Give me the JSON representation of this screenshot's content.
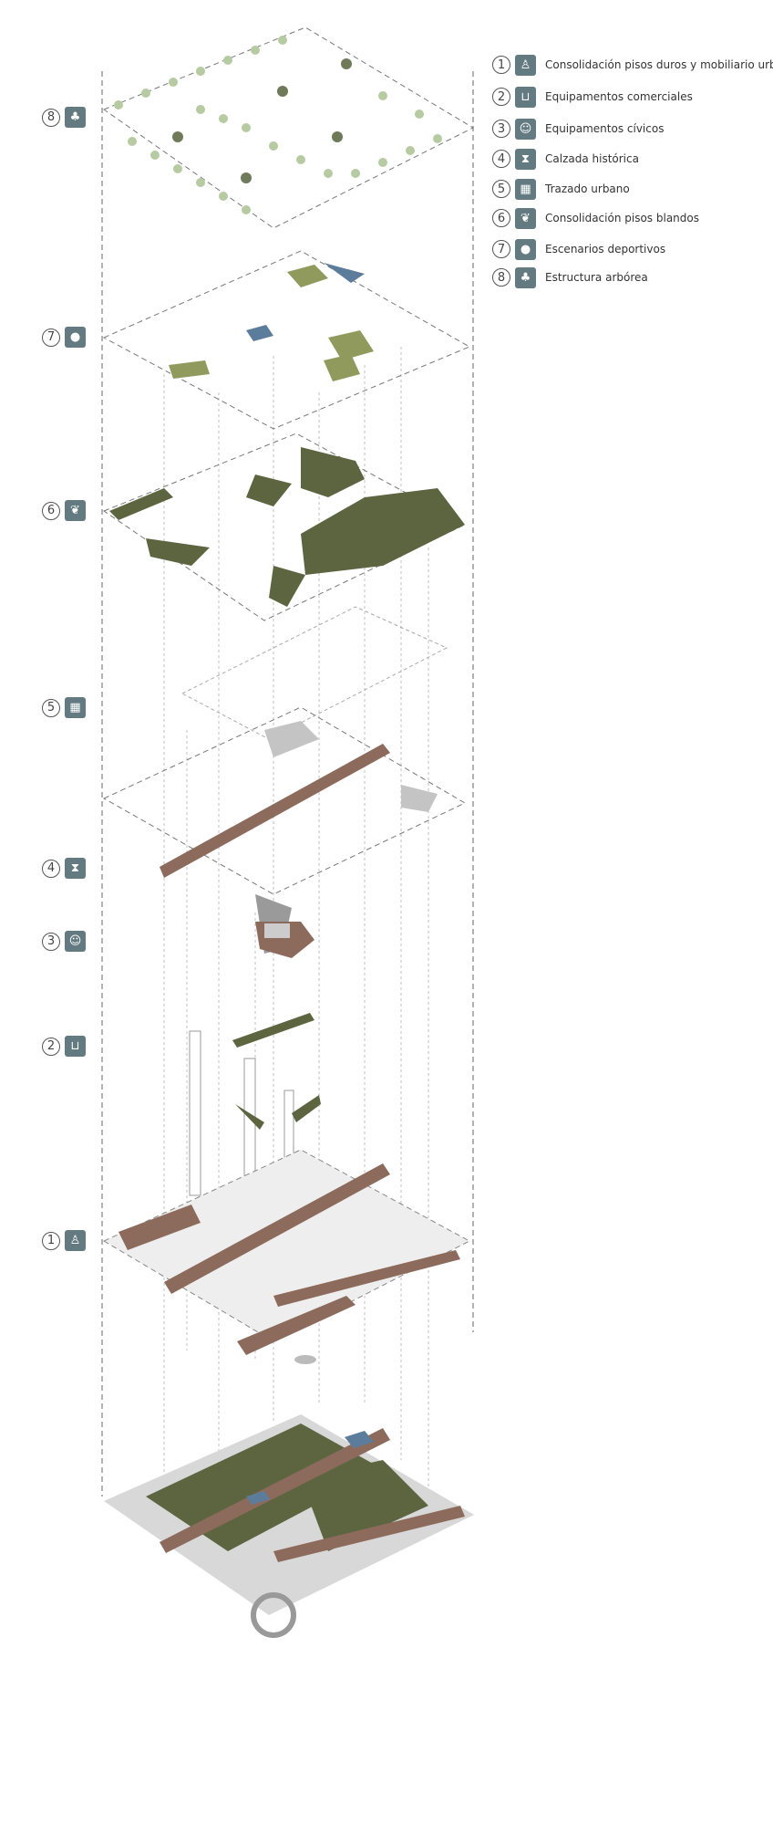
{
  "legend": [
    {
      "number": "1",
      "icon": "person-bench-icon",
      "label": "Consolidación pisos duros y mobiliario urbano"
    },
    {
      "number": "2",
      "icon": "shopping-cart-icon",
      "label": "Equipamentos comerciales"
    },
    {
      "number": "3",
      "icon": "theater-masks-icon",
      "label": "Equipamentos cívicos"
    },
    {
      "number": "4",
      "icon": "hourglass-icon",
      "label": "Calzada histórica"
    },
    {
      "number": "5",
      "icon": "urban-grid-icon",
      "label": "Trazado urbano"
    },
    {
      "number": "6",
      "icon": "leaves-icon",
      "label": "Consolidación pisos blandos"
    },
    {
      "number": "7",
      "icon": "soccer-ball-icon",
      "label": "Escenarios deportivos"
    },
    {
      "number": "8",
      "icon": "tree-icon",
      "label": "Estructura arbórea"
    }
  ],
  "layer_labels": [
    "8",
    "7",
    "6",
    "5",
    "4",
    "3",
    "2",
    "1"
  ],
  "colors": {
    "icon_box": "#627a80",
    "soft_floor": "#5c6540",
    "hard_floor": "#8c6b5c",
    "trees": "#b7cba2",
    "sports_blue": "#5c7c9c",
    "sports_green": "#8f9a5c"
  }
}
